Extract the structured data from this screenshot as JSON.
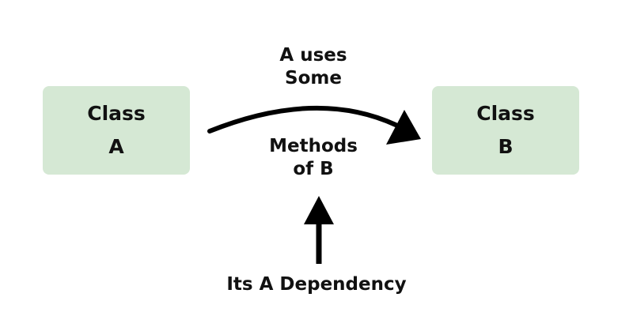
{
  "diagram": {
    "class_a": {
      "line1": "Class",
      "line2": "A"
    },
    "class_b": {
      "line1": "Class",
      "line2": "B"
    },
    "relation_top": {
      "line1": "A uses",
      "line2": "Some"
    },
    "relation_bottom": {
      "line1": "Methods",
      "line2": "of B"
    },
    "dependency_label": "Its A Dependency"
  },
  "colors": {
    "box_fill": "#d5e8d4",
    "text": "#111111",
    "arrow": "#000000"
  }
}
